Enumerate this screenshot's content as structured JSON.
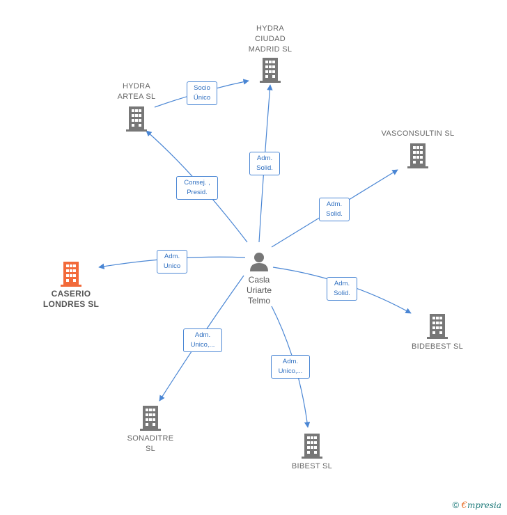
{
  "center": {
    "name": "Casla\nUriarte\nTelmo"
  },
  "companies": [
    {
      "id": "hydra-ciudad",
      "name": "HYDRA\nCIUDAD\nMADRID SL",
      "color": "#777777"
    },
    {
      "id": "hydra-artea",
      "name": "HYDRA\nARTEA SL",
      "color": "#777777"
    },
    {
      "id": "vasconsultin",
      "name": "VASCONSULTIN SL",
      "color": "#777777"
    },
    {
      "id": "caserio",
      "name": "CASERIO\nLONDRES  SL",
      "color": "#f26a3a",
      "highlight": true
    },
    {
      "id": "bidebest",
      "name": "BIDEBEST SL",
      "color": "#777777"
    },
    {
      "id": "sonaditre",
      "name": "SONADITRE\nSL",
      "color": "#777777"
    },
    {
      "id": "bibest",
      "name": "BIBEST  SL",
      "color": "#777777"
    }
  ],
  "edges": [
    {
      "id": "e-ciudad",
      "label": "Adm.\nSolid."
    },
    {
      "id": "e-artea",
      "label": "Consej. ,\nPresid."
    },
    {
      "id": "e-artea-ciudad",
      "label": "Socio\nÚnico"
    },
    {
      "id": "e-vascon",
      "label": "Adm.\nSolid."
    },
    {
      "id": "e-caserio",
      "label": "Adm.\nUnico"
    },
    {
      "id": "e-bidebest",
      "label": "Adm.\nSolid."
    },
    {
      "id": "e-sonaditre",
      "label": "Adm.\nUnico,..."
    },
    {
      "id": "e-bibest",
      "label": "Adm.\nUnico,..."
    }
  ],
  "colors": {
    "edge": "#4a86d4",
    "building": "#777777",
    "highlight": "#f26a3a",
    "person": "#777777"
  },
  "watermark": {
    "copyright": "©",
    "brand_first": "€",
    "brand_rest": "mpresia"
  }
}
